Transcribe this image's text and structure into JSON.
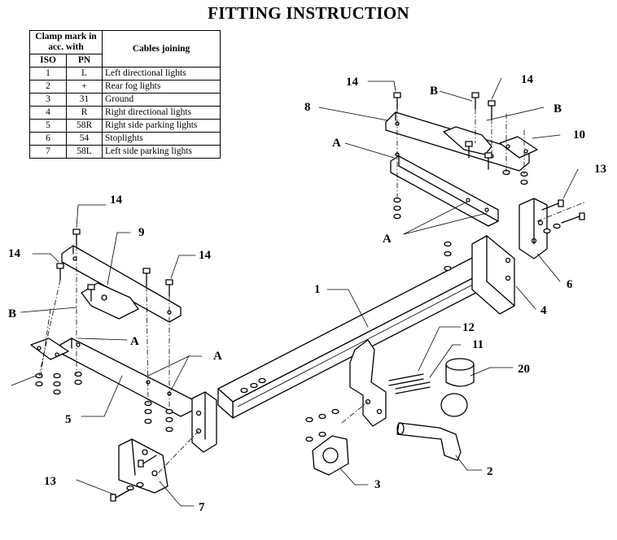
{
  "title": "FITTING INSTRUCTION",
  "table": {
    "header_clamp": "Clamp mark in acc. with",
    "header_cables": "Cables joining",
    "header_iso": "ISO",
    "header_pn": "PN",
    "rows": [
      {
        "iso": "1",
        "pn": "L",
        "cable": "Left directional lights"
      },
      {
        "iso": "2",
        "pn": "+",
        "cable": "Rear fog lights"
      },
      {
        "iso": "3",
        "pn": "31",
        "cable": "Ground"
      },
      {
        "iso": "4",
        "pn": "R",
        "cable": "Right directional lights"
      },
      {
        "iso": "5",
        "pn": "58R",
        "cable": "Right side parking lights"
      },
      {
        "iso": "6",
        "pn": "54",
        "cable": "Stoplights"
      },
      {
        "iso": "7",
        "pn": "58L",
        "cable": "Left side parking lights"
      }
    ]
  },
  "callouts": {
    "c14_top": "14",
    "c14_topright": "14",
    "c14_left_upper": "14",
    "c14_left": "14",
    "c14_left_right": "14",
    "cB_top": "B",
    "cB_right": "B",
    "cB_left": "B",
    "c8": "8",
    "c10": "10",
    "c13_right": "13",
    "c13_left": "13",
    "cA_right_upper": "A",
    "cA_right_lower": "A",
    "cA_left_mid": "A",
    "cA_left_lower": "A",
    "c9": "9",
    "c1": "1",
    "c6": "6",
    "c4": "4",
    "c5": "5",
    "c7": "7",
    "c12": "12",
    "c11": "11",
    "c20": "20",
    "c3": "3",
    "c2": "2"
  }
}
